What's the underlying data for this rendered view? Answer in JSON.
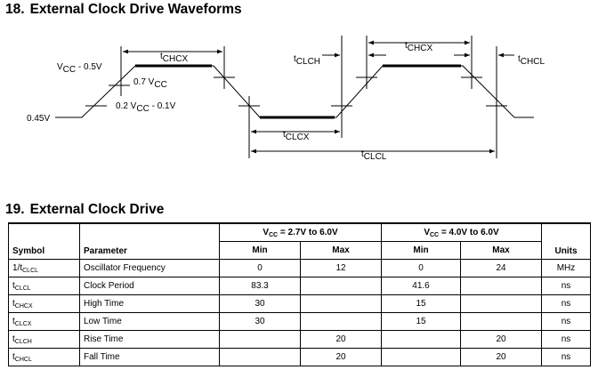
{
  "section18": {
    "number": "18.",
    "title": "External Clock Drive Waveforms",
    "labels": {
      "vcc_minus": "V",
      "vcc_minus_sub": "CC",
      "vcc_minus_rest": " - 0.5V",
      "pt7_prefix": "0.7 V",
      "pt7_sub": "CC",
      "pt2_prefix": "0.2  V",
      "pt2_sub": "CC",
      "pt2_rest": " - 0.1V",
      "v045": "0.45V",
      "t": "t",
      "chcx": "CHCX",
      "clch": "CLCH",
      "chcl": "CHCL",
      "clcx": "CLCX",
      "clcl": "CLCL"
    }
  },
  "section19": {
    "number": "19.",
    "title": "External Clock Drive",
    "group1": {
      "v": "V",
      "sub": "CC",
      "rest": " = 2.7V to 6.0V"
    },
    "group2": {
      "v": "V",
      "sub": "CC",
      "rest": " = 4.0V to 6.0V"
    },
    "headers": {
      "symbol": "Symbol",
      "parameter": "Parameter",
      "min": "Min",
      "max": "Max",
      "units": "Units"
    },
    "rows": [
      {
        "sym": "1/t",
        "sub": "CLCL",
        "param": "Oscillator Frequency",
        "min1": "0",
        "max1": "12",
        "min2": "0",
        "max2": "24",
        "unit": "MHz"
      },
      {
        "sym": "t",
        "sub": "CLCL",
        "param": "Clock Period",
        "min1": "83.3",
        "max1": "",
        "min2": "41.6",
        "max2": "",
        "unit": "ns"
      },
      {
        "sym": "t",
        "sub": "CHCX",
        "param": "High Time",
        "min1": "30",
        "max1": "",
        "min2": "15",
        "max2": "",
        "unit": "ns"
      },
      {
        "sym": "t",
        "sub": "CLCX",
        "param": "Low Time",
        "min1": "30",
        "max1": "",
        "min2": "15",
        "max2": "",
        "unit": "ns"
      },
      {
        "sym": "t",
        "sub": "CLCH",
        "param": "Rise Time",
        "min1": "",
        "max1": "20",
        "min2": "",
        "max2": "20",
        "unit": "ns"
      },
      {
        "sym": "t",
        "sub": "CHCL",
        "param": "Fall Time",
        "min1": "",
        "max1": "20",
        "min2": "",
        "max2": "20",
        "unit": "ns"
      }
    ]
  }
}
